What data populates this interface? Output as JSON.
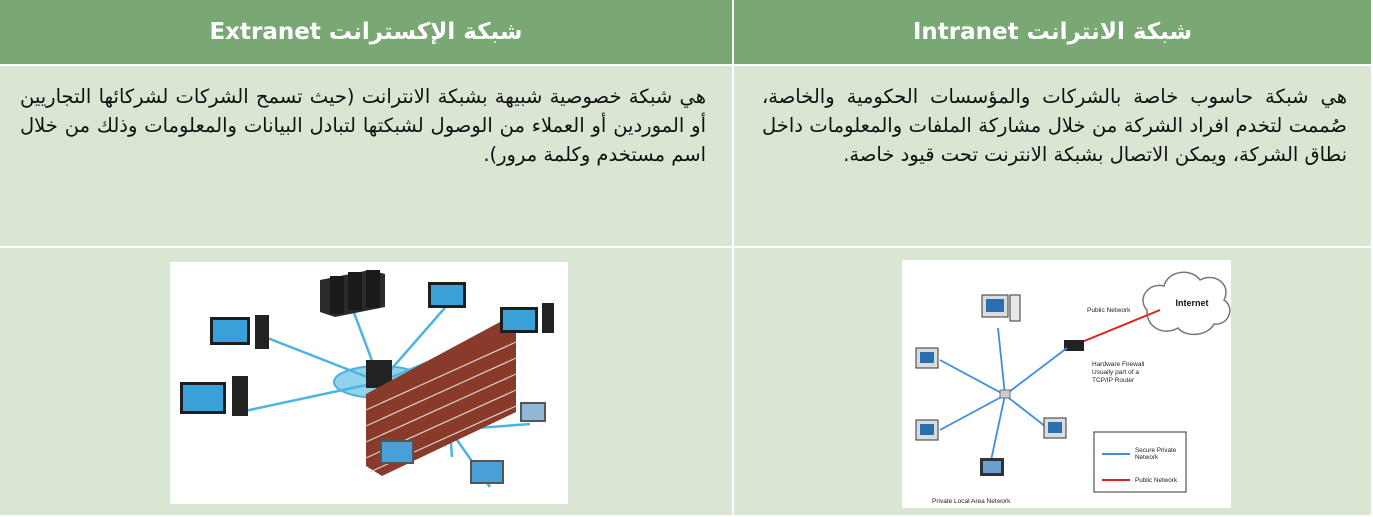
{
  "table": {
    "extranet": {
      "header": "شبكة الإكسترانت Extranet",
      "description": "هي شبكة خصوصية شبيهة بشبكة الانترانت (حيث تسمح الشركات لشركائها التجاريين أو الموردين أو العملاء من الوصول لشبكتها لتبادل البيانات والمعلومات وذلك من خلال اسم مستخدم وكلمة مرور)."
    },
    "intranet": {
      "header": "شبكة الانترانت Intranet",
      "description": "هي شبكة حاسوب خاصة بالشركات والمؤسسات الحكومية والخاصة، صُممت لتخدم افراد الشركة من خلال مشاركة الملفات والمعلومات داخل نطاق الشركة، ويمكن الاتصال بشبكة الانترنت تحت قيود خاصة.",
      "diagram": {
        "cloud_label": "Internet",
        "public_network": "Public Network",
        "firewall_line1": "Hardware Firewall",
        "firewall_line2": "Usually part of a",
        "firewall_line3": "TCP/IP Router",
        "lan_label": "Private Local Area Network",
        "legend_secure_line1": "Secure Private",
        "legend_secure_line2": "Network",
        "legend_public": "Public Network",
        "secure_color": "#3f8fe0",
        "public_color": "#e02020"
      }
    }
  }
}
